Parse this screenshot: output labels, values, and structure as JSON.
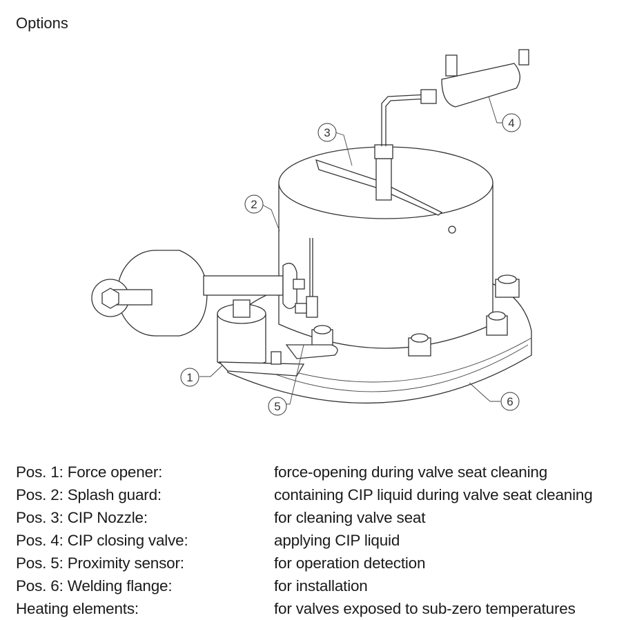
{
  "heading": "Options",
  "callouts": [
    {
      "number": "1",
      "part": "force-opener"
    },
    {
      "number": "2",
      "part": "splash-guard"
    },
    {
      "number": "3",
      "part": "cip-nozzle"
    },
    {
      "number": "4",
      "part": "cip-closing-valve"
    },
    {
      "number": "5",
      "part": "proximity-sensor"
    },
    {
      "number": "6",
      "part": "welding-flange"
    }
  ],
  "legend": [
    {
      "term": "Pos. 1: Force opener:",
      "description": "force-opening during valve seat cleaning"
    },
    {
      "term": "Pos. 2: Splash guard:",
      "description": "containing CIP liquid during valve seat cleaning"
    },
    {
      "term": "Pos. 3: CIP Nozzle:",
      "description": "for cleaning valve seat"
    },
    {
      "term": "Pos. 4: CIP closing valve:",
      "description": "applying CIP liquid"
    },
    {
      "term": "Pos. 5: Proximity sensor:",
      "description": "for operation detection"
    },
    {
      "term": "Pos. 6: Welding flange:",
      "description": "for installation"
    },
    {
      "term": "Heating elements:",
      "description": "for valves exposed to sub-zero temperatures"
    }
  ]
}
